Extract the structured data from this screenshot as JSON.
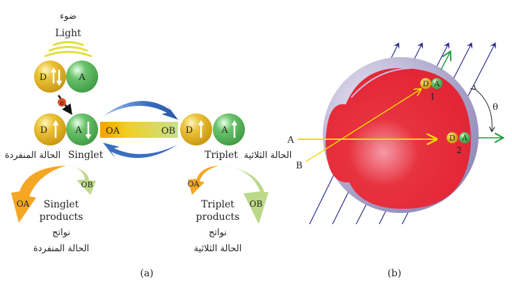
{
  "panel_a": {
    "light_arabic": "ضوء",
    "light": "Light",
    "donor": "D",
    "acceptor": "A",
    "electron": "e",
    "bar_left": "OA",
    "bar_right": "OB",
    "singlet": "Singlet",
    "singlet_arabic": "الحالة المنفردة",
    "triplet": "Triplet",
    "triplet_arabic": "الحالة الثلاثية",
    "singlet_products": [
      "Singlet",
      "products"
    ],
    "singlet_products_arabic": [
      "نواتج",
      "الحالة المنفردة"
    ],
    "triplet_products": [
      "Triplet",
      "products"
    ],
    "triplet_products_arabic": [
      "نواتج",
      "الحالة الثلاثية"
    ],
    "oa": "OA",
    "ob": "OB",
    "caption": "(a)"
  },
  "panel_b": {
    "ray_a": "A",
    "ray_b": "B",
    "pair1_label": "1",
    "pair2_label": "2",
    "donor": "D",
    "acceptor": "A",
    "angle": "θ",
    "caption": "(b)"
  },
  "colors": {
    "donor": "#e0b020",
    "acceptor": "#5cb85c",
    "orange": "#f5a623",
    "light_green": "#bcd98a",
    "blue_arrow": "#3a6fc0",
    "eye_red": "#e32636",
    "field_line": "#2a2a8a",
    "light_ray": "#f2dc00",
    "green_vector": "#1a9a3a"
  }
}
